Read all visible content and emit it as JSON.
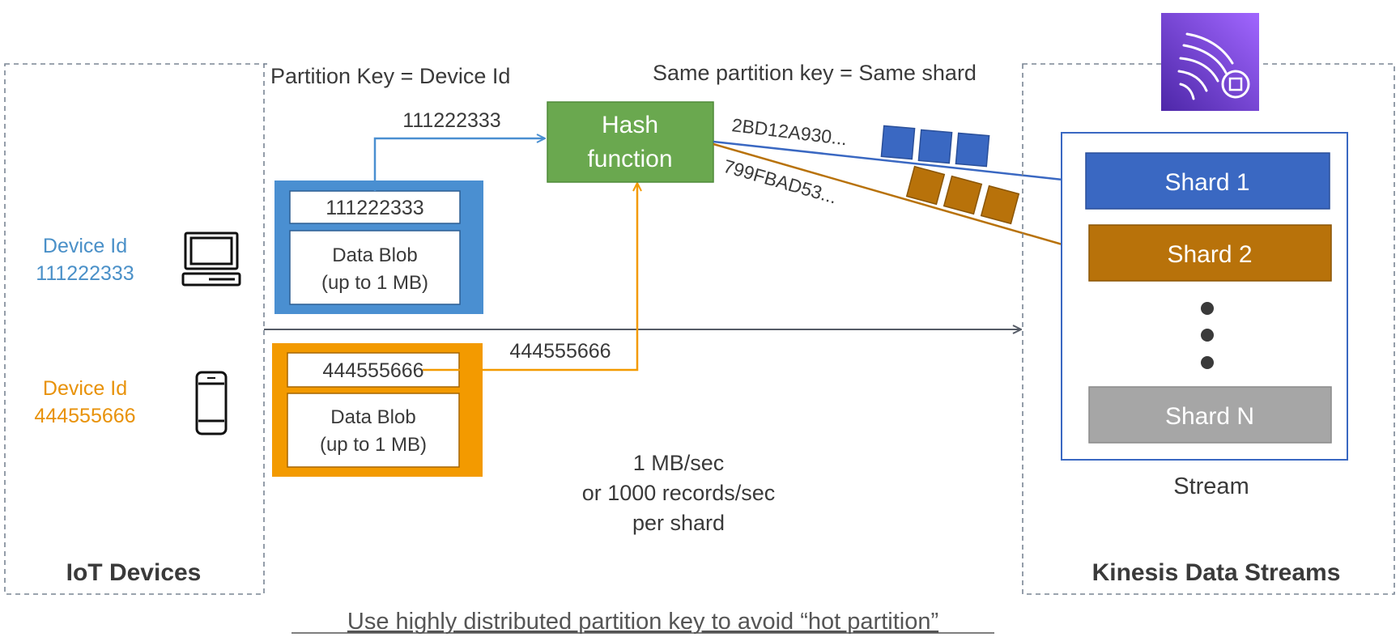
{
  "left_panel": {
    "title": "IoT Devices",
    "devices": [
      {
        "label": "Device Id",
        "id": "111222333",
        "color": "#4a90c8",
        "icon": "laptop-icon"
      },
      {
        "label": "Device Id",
        "id": "444555666",
        "color": "#e8920a",
        "icon": "phone-icon"
      }
    ]
  },
  "middle": {
    "partition_key_label": "Partition Key = Device Id",
    "same_shard_label": "Same partition key = Same shard",
    "hash_function": "Hash\nfunction",
    "records": [
      {
        "key": "111222333",
        "blob": "Data Blob\n(up to 1 MB)",
        "color": "#4a8fd1",
        "flow_label": "111222333",
        "hash": "2BD12A930..."
      },
      {
        "key": "444555666",
        "blob": "Data Blob\n(up to 1 MB)",
        "color": "#f39a00",
        "flow_label": "444555666",
        "hash": "799FBAD53..."
      }
    ],
    "throughput": "1 MB/sec\nor 1000 records/sec\nper shard"
  },
  "right_panel": {
    "title": "Kinesis Data Streams",
    "service_icon": "kinesis-data-streams-icon",
    "stream_label": "Stream",
    "shards": [
      {
        "label": "Shard 1",
        "color": "#3a68c2"
      },
      {
        "label": "Shard 2",
        "color": "#b8720a"
      },
      {
        "label": "Shard N",
        "color": "#a6a6a6"
      }
    ]
  },
  "footer": {
    "note": "Use highly distributed partition key to avoid “hot partition”"
  }
}
